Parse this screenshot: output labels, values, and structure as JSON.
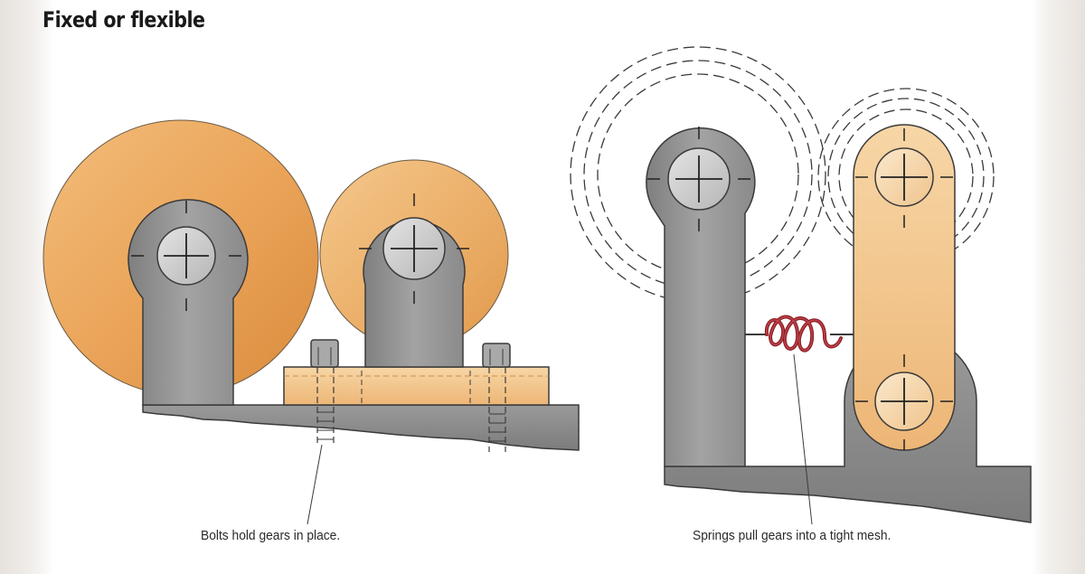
{
  "title": "Fixed or flexible",
  "panels": {
    "fixed": {
      "caption": "Bolts hold gears in place."
    },
    "flexible": {
      "caption": "Springs pull gears into a tight mesh."
    }
  },
  "colors": {
    "gear_orange": "#eba55a",
    "gear_light": "#f6cf98",
    "bracket_gray": "#8e8e8e",
    "bracket_light": "#b4b4b4",
    "spring_red": "#a0232b",
    "outline": "#3a3a3a"
  }
}
